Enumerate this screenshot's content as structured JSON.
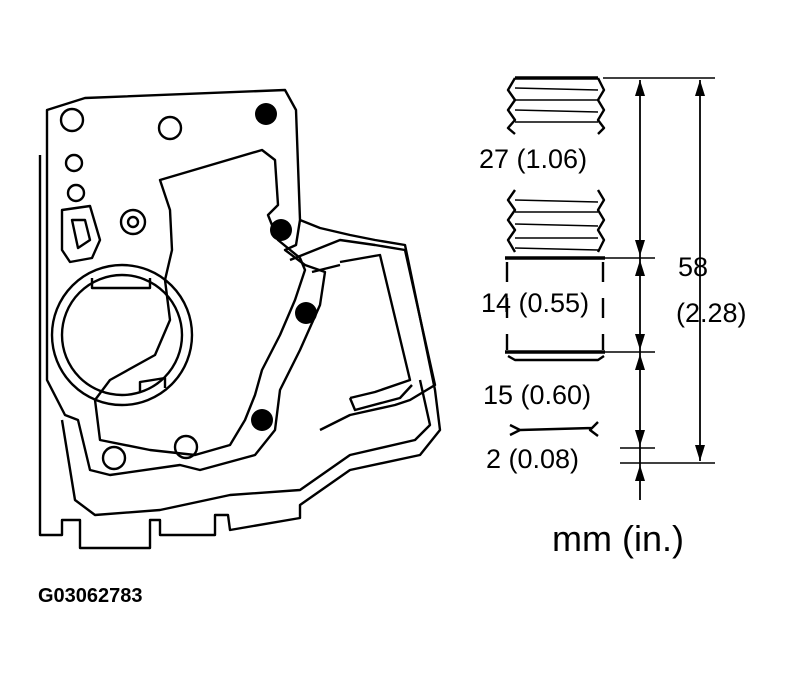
{
  "diagram": {
    "figure_code": "G03062783",
    "units_label": "mm (in.)",
    "dimensions": {
      "seg_27": "27 (1.06)",
      "seg_14": "14 (0.55)",
      "seg_15": "15 (0.60)",
      "seg_2": "2 (0.08)",
      "total_mm": "58",
      "total_in": "(2.28)"
    },
    "marked_bolt_holes": 4,
    "colors": {
      "line": "#000000",
      "background": "#ffffff"
    }
  }
}
